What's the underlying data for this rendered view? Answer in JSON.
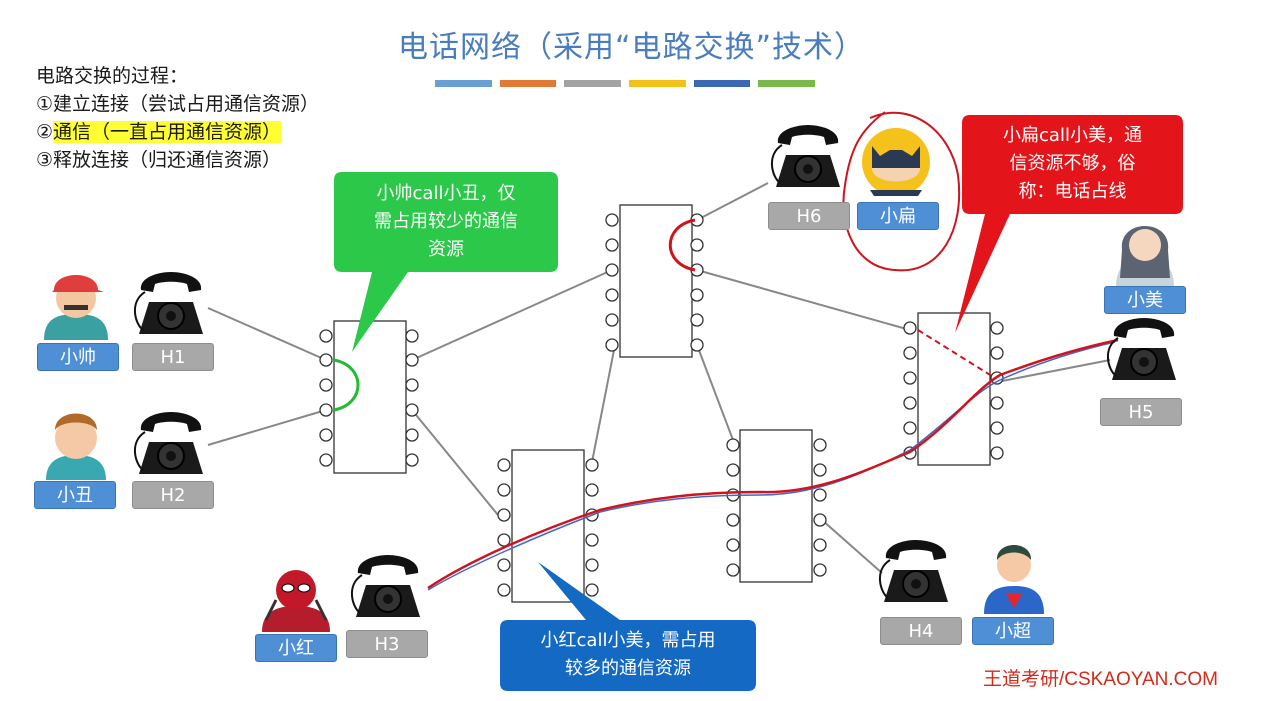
{
  "title": "电话网络（采用“电路交换”技术）",
  "color_bar": [
    "#6a9fd4",
    "#e07a35",
    "#a3a3a3",
    "#f2c21b",
    "#3c67b3",
    "#79b84a"
  ],
  "process": {
    "heading": "电路交换的过程：",
    "step1": "①建立连接（尝试占用通信资源）",
    "step2_prefix": "②",
    "step2_hl": "通信（一直占用通信资源）",
    "step3": "③释放连接（归还通信资源）"
  },
  "people": {
    "shuai": "小帅",
    "chou": "小丑",
    "hong": "小红",
    "bian": "小扁",
    "mei": "小美",
    "chao": "小超"
  },
  "hosts": {
    "h1": "H1",
    "h2": "H2",
    "h3": "H3",
    "h4": "H4",
    "h5": "H5",
    "h6": "H6"
  },
  "callouts": {
    "green": [
      "小帅call小丑，仅",
      "需占用较少的通信",
      "资源"
    ],
    "blue": [
      "小红call小美，需占用",
      "较多的通信资源"
    ],
    "red": [
      "小扁call小美，通",
      "信资源不够，俗",
      "称：电话占线"
    ]
  },
  "colors": {
    "green_bubble": "#2cc84a",
    "blue_bubble": "#1469c3",
    "red_bubble": "#e3141a",
    "label_blue": "#4f8fd6",
    "label_gray": "#a8a8a8",
    "pen_red": "#d0141c"
  },
  "watermark": "王道考研/CSKAOYAN.COM"
}
